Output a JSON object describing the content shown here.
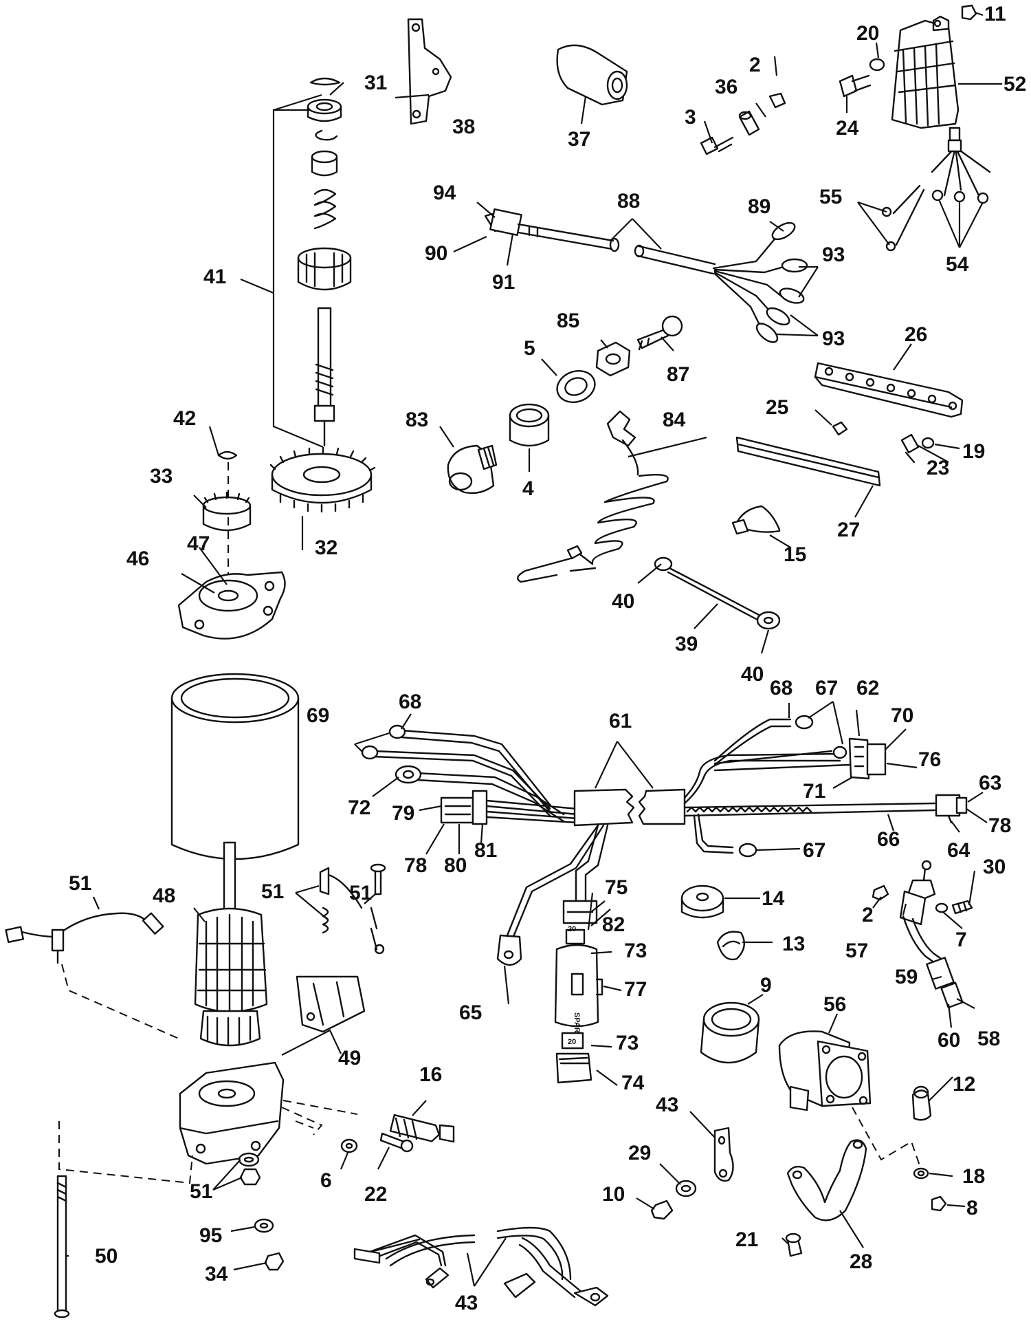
{
  "callouts": {
    "c2a": "2",
    "c2b": "2",
    "c3": "3",
    "c4": "4",
    "c5": "5",
    "c6": "6",
    "c7": "7",
    "c8": "8",
    "c9": "9",
    "c10": "10",
    "c11": "11",
    "c12": "12",
    "c13": "13",
    "c14": "14",
    "c15": "15",
    "c16": "16",
    "c18": "18",
    "c19": "19",
    "c20": "20",
    "c21": "21",
    "c22": "22",
    "c23": "23",
    "c24": "24",
    "c25": "25",
    "c26": "26",
    "c27": "27",
    "c28": "28",
    "c29": "29",
    "c30": "30",
    "c31": "31",
    "c32": "32",
    "c33": "33",
    "c34": "34",
    "c36": "36",
    "c37": "37",
    "c38": "38",
    "c39": "39",
    "c40a": "40",
    "c40b": "40",
    "c41": "41",
    "c42": "42",
    "c43a": "43",
    "c43b": "43",
    "c46": "46",
    "c47": "47",
    "c48": "48",
    "c49": "49",
    "c50": "50",
    "c51a": "51",
    "c51b": "51",
    "c51c": "51",
    "c51d": "51",
    "c52": "52",
    "c54": "54",
    "c55": "55",
    "c56": "56",
    "c57": "57",
    "c58": "58",
    "c59": "59",
    "c60": "60",
    "c61": "61",
    "c62": "62",
    "c63": "63",
    "c64": "64",
    "c65": "65",
    "c66": "66",
    "c67a": "67",
    "c67b": "67",
    "c68a": "68",
    "c68b": "68",
    "c69": "69",
    "c70": "70",
    "c71": "71",
    "c72": "72",
    "c73a": "73",
    "c73b": "73",
    "c74": "74",
    "c75": "75",
    "c76": "76",
    "c77": "77",
    "c78a": "78",
    "c78b": "78",
    "c79": "79",
    "c80": "80",
    "c81": "81",
    "c82": "82",
    "c83": "83",
    "c84": "84",
    "c85": "85",
    "c87": "87",
    "c88": "88",
    "c89": "89",
    "c90": "90",
    "c91": "91",
    "c93a": "93",
    "c93b": "93",
    "c94": "94",
    "c95": "95"
  },
  "fuse_labels": {
    "spare": "SPARE",
    "rating_top": "20",
    "rating_bottom": "20"
  }
}
